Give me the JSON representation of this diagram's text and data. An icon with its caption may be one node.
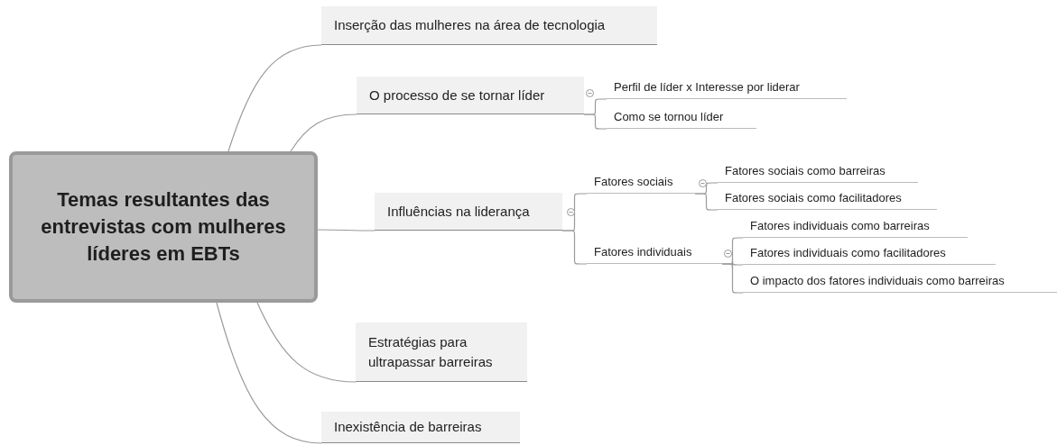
{
  "diagram": {
    "nodes": [
      {
        "text": [
          "Temas resultantes das entrevistas com mulheres líderes em EBTs"
        ]
      },
      {
        "text": [
          "Inserção das mulheres na área de tecnologia"
        ]
      },
      {
        "text": [
          "O processo de se tornar líder"
        ]
      },
      {
        "text": [
          "Perfil de líder x Interesse por liderar"
        ]
      },
      {
        "text": [
          "Como se tornou líder"
        ]
      },
      {
        "text": [
          "Influências na liderança"
        ]
      },
      {
        "text": [
          "Fatores sociais"
        ]
      },
      {
        "text": [
          "Fatores sociais como barreiras"
        ]
      },
      {
        "text": [
          "Fatores sociais como facilitadores"
        ]
      },
      {
        "text": [
          "Fatores individuais"
        ]
      },
      {
        "text": [
          "Fatores individuais como barreiras"
        ]
      },
      {
        "text": [
          "Fatores individuais como facilitadores"
        ]
      },
      {
        "text": [
          "O impacto dos fatores individuais como barreiras"
        ]
      },
      {
        "text": [
          "Estratégias para ultrapassar barreiras"
        ]
      },
      {
        "text": [
          "Inexistência de barreiras"
        ]
      }
    ],
    "edges": [
      {
        "from": 0,
        "to": 1,
        "arrow": "none"
      },
      {
        "from": 0,
        "to": 2,
        "arrow": "none"
      },
      {
        "from": 2,
        "to": 3,
        "arrow": "none"
      },
      {
        "from": 2,
        "to": 4,
        "arrow": "none"
      },
      {
        "from": 0,
        "to": 5,
        "arrow": "none"
      },
      {
        "from": 5,
        "to": 6,
        "arrow": "none"
      },
      {
        "from": 6,
        "to": 7,
        "arrow": "none"
      },
      {
        "from": 6,
        "to": 8,
        "arrow": "none"
      },
      {
        "from": 5,
        "to": 9,
        "arrow": "none"
      },
      {
        "from": 9,
        "to": 10,
        "arrow": "none"
      },
      {
        "from": 9,
        "to": 11,
        "arrow": "none"
      },
      {
        "from": 9,
        "to": 12,
        "arrow": "none"
      },
      {
        "from": 0,
        "to": 13,
        "arrow": "none"
      },
      {
        "from": 0,
        "to": 14,
        "arrow": "none"
      }
    ]
  }
}
